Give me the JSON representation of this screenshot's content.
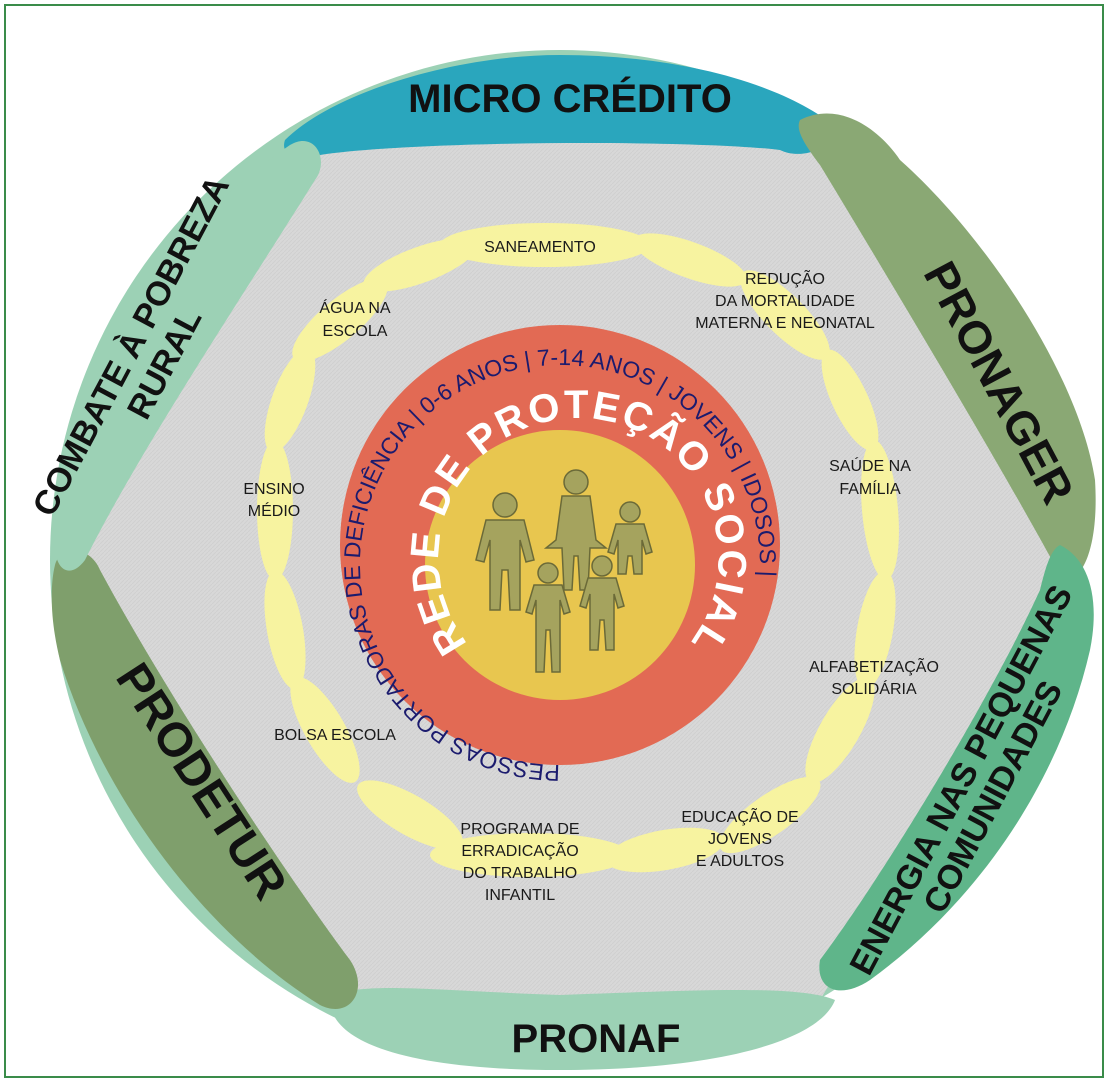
{
  "colors": {
    "frame": "#3a8c4a",
    "hexagon": "#d6d6d6",
    "outer_circle": "#9cd1b5",
    "micro_credito": "#2aa6bd",
    "pronager": "#8aa874",
    "energia": "#5fb58a",
    "pronaf": "#9cd1b5",
    "prodetur": "#7f9f6c",
    "combate": "#9cd1b5",
    "yellow_ring": "#f7f3a0",
    "red_disc": "#e26a54",
    "yellow_disc": "#e8c64f",
    "figures": "#a5a35e"
  },
  "outer_programs": {
    "micro_credito": "MICRO CRÉDITO",
    "pronager": "PRONAGER",
    "energia_line1": "ENERGIA NAS PEQUENAS",
    "energia_line2": "COMUNIDADES",
    "pronaf": "PRONAF",
    "prodetur": "PRODETUR",
    "combate_line1": "COMBATE À POBREZA",
    "combate_line2": "RURAL"
  },
  "inner_programs": {
    "saneamento": "SANEAMENTO",
    "reducao": [
      "REDUÇÃO",
      "DA  MORTALIDADE",
      "MATERNA E NEONATAL"
    ],
    "saude": [
      "SAÚDE NA",
      "FAMÍLIA"
    ],
    "alfabetizacao": [
      "ALFABETIZAÇÃO",
      "SOLIDÁRIA"
    ],
    "educacao": [
      "EDUCAÇÃO DE",
      "JOVENS",
      "E ADULTOS"
    ],
    "erradicacao": [
      "PROGRAMA DE",
      "ERRADICAÇÃO",
      "DO TRABALHO",
      "INFANTIL"
    ],
    "bolsa": "BOLSA ESCOLA",
    "ensino": [
      "ENSINO",
      "MÉDIO"
    ],
    "agua": [
      "ÁGUA NA",
      "ESCOLA"
    ]
  },
  "center": {
    "ring_text": "PESSOAS PORTADORAS DE DEFICIÊNCIA  |  0-6 ANOS  |  7-14 ANOS  |  JOVENS  |  IDOSOS  |",
    "title": "REDE DE PROTEÇÃO SOCIAL",
    "figures_icon": "family-icon"
  }
}
